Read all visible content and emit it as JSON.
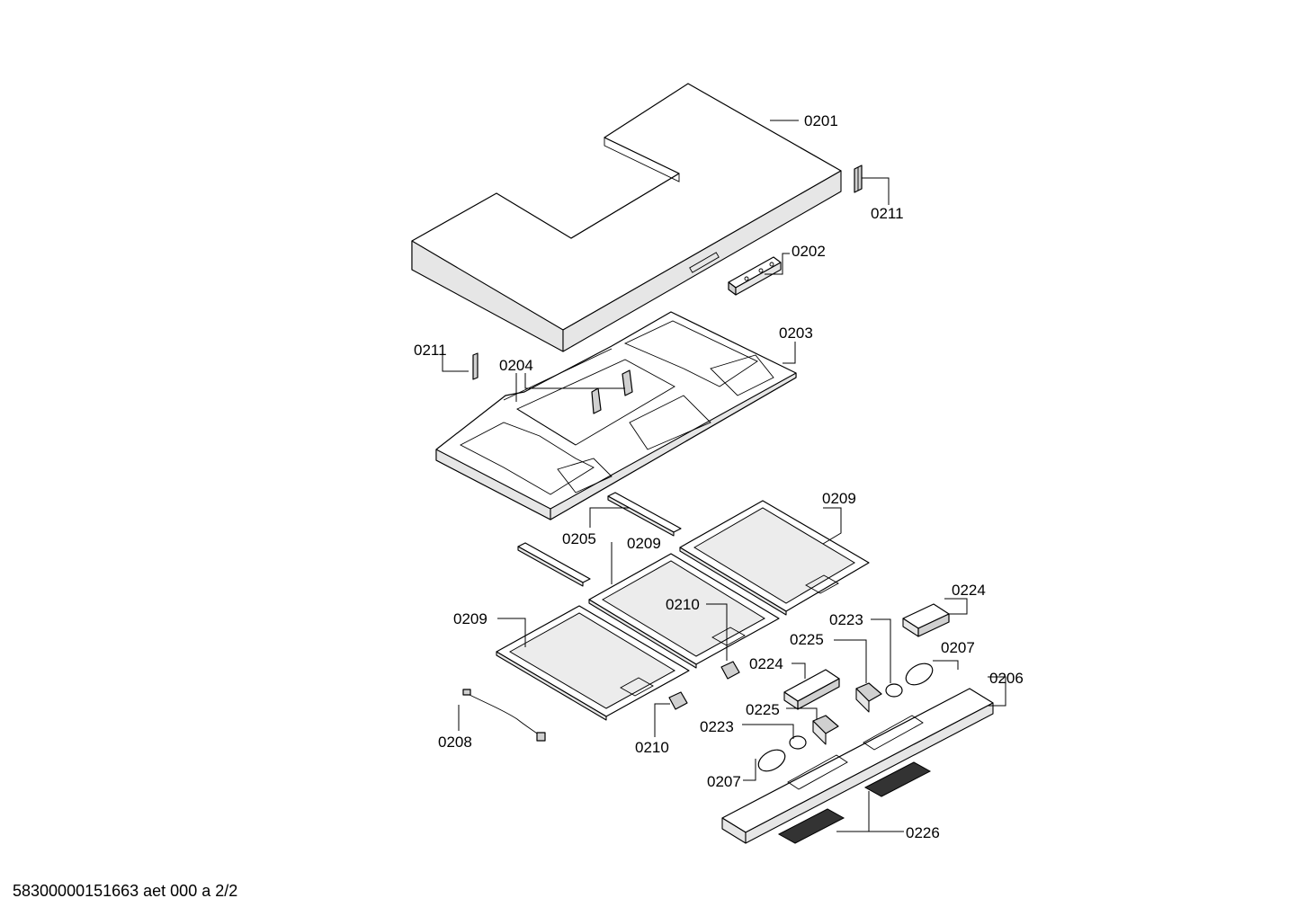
{
  "labels": {
    "p0201": "0201",
    "p0202": "0202",
    "p0203": "0203",
    "p0204": "0204",
    "p0205": "0205",
    "p0206": "0206",
    "p0207a": "0207",
    "p0207b": "0207",
    "p0208": "0208",
    "p0209a": "0209",
    "p0209b": "0209",
    "p0209c": "0209",
    "p0210a": "0210",
    "p0210b": "0210",
    "p0211a": "0211",
    "p0211b": "0211",
    "p0223a": "0223",
    "p0223b": "0223",
    "p0224a": "0224",
    "p0224b": "0224",
    "p0225a": "0225",
    "p0225b": "0225",
    "p0226": "0226"
  },
  "footer": "58300000151663 aet 000 a 2/2"
}
